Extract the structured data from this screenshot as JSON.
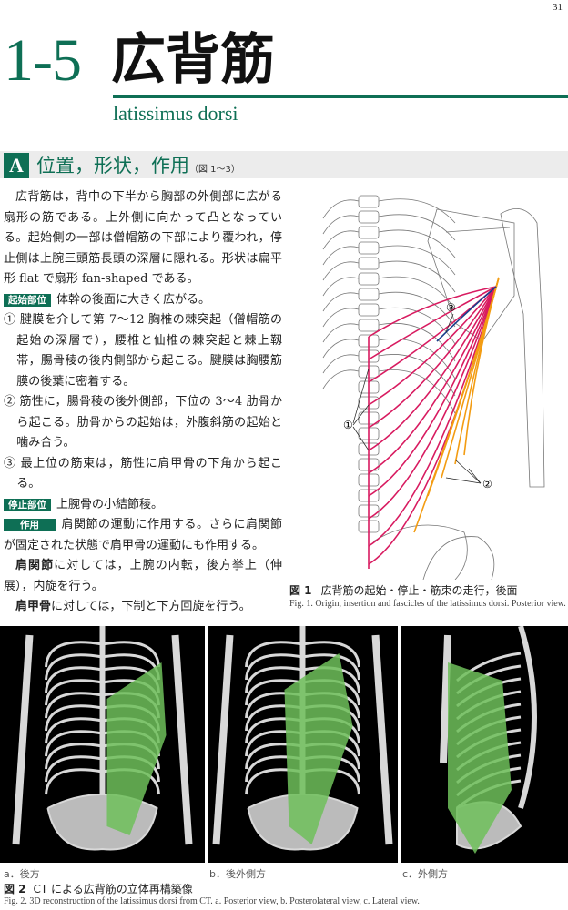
{
  "page_number": "31",
  "chapter": {
    "number": "1-5",
    "title": "広背筋",
    "subtitle": "latissimus dorsi"
  },
  "section": {
    "letter": "A",
    "title": "位置，形状，作用",
    "ref": "（図 1〜3）"
  },
  "body": {
    "intro": "広背筋は，背中の下半から胸部の外側部に広がる扇形の筋である。上外側に向かって凸となっている。起始側の一部は僧帽筋の下部により覆われ，停止側は上腕三頭筋長頭の深層に隠れる。形状は扁平形 flat で扇形 fan-shaped である。",
    "origin_tag": "起始部位",
    "origin_text": "体幹の後面に大きく広がる。",
    "origin_items": [
      "① 腱膜を介して第 7〜12 胸椎の棘突起（僧帽筋の起始の深層で），腰椎と仙椎の棘突起と棘上靱帯，腸骨稜の後内側部から起こる。腱膜は胸腰筋膜の後葉に密着する。",
      "② 筋性に，腸骨稜の後外側部，下位の 3〜4 肋骨から起こる。肋骨からの起始は，外腹斜筋の起始と噛み合う。",
      "③ 最上位の筋束は，筋性に肩甲骨の下角から起こる。"
    ],
    "insertion_tag": "停止部位",
    "insertion_text": "上腕骨の小結節稜。",
    "action_tag": "作用",
    "action_text": "肩関節の運動に作用する。さらに肩関節が固定された状態で肩甲骨の運動にも作用する。",
    "shoulder_term": "肩関節",
    "shoulder_text": "に対しては，上腕の内転，後方挙上（伸展），内旋を行う。",
    "scapula_term": "肩甲骨",
    "scapula_text": "に対しては，下制と下方回旋を行う。"
  },
  "figure1": {
    "label": "図 1",
    "caption_ja": "広背筋の起始・停止・筋束の走行，後面",
    "caption_en": "Fig. 1. Origin, insertion and fascicles of the latissimus dorsi. Posterior view.",
    "markers": [
      "①",
      "②",
      "③"
    ],
    "colors": {
      "spinal_fascicles": "#d81b60",
      "costal_iliac_fascicles": "#f39c12",
      "scapular_fascicle": "#1a3e8c"
    }
  },
  "figure2": {
    "label": "図 2",
    "caption_ja": "CT による広背筋の立体再構築像",
    "caption_en": "Fig. 2. 3D reconstruction of the latissimus dorsi from CT. a. Posterior view, b. Posterolateral view, c. Lateral view.",
    "panels": [
      {
        "label": "a．後方"
      },
      {
        "label": "b．後外側方"
      },
      {
        "label": "c．外側方"
      }
    ],
    "colors": {
      "muscle": "#6fbf5a",
      "bone": "#d8d8d8",
      "background": "#000000"
    }
  },
  "colors": {
    "accent": "#0e6f55",
    "section_bar": "#ececec"
  }
}
